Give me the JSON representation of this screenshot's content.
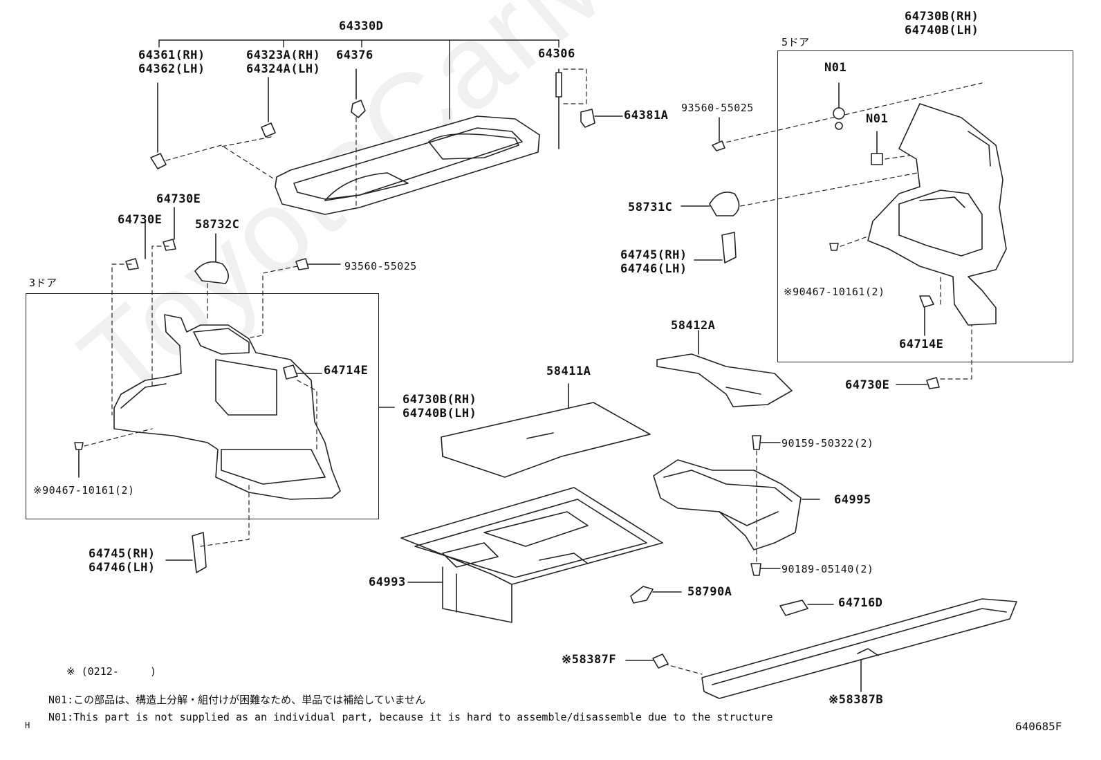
{
  "watermark": "ToyotaCarMiner",
  "diagram_code": "640685F",
  "corner_mark": "H",
  "frames": {
    "three_door": "3ドア",
    "five_door": "5ドア"
  },
  "labels": {
    "p64330D": "64330D",
    "p64361_64362": "64361(RH)\n64362(LH)",
    "p64323A_64324A": "64323A(RH)\n64324A(LH)",
    "p64376": "64376",
    "p64306": "64306",
    "p64381A": "64381A",
    "p93560_top": "93560-55025",
    "p64730B_64740B_top": "64730B(RH)\n64740B(LH)",
    "n01_a": "N01",
    "n01_b": "N01",
    "p64730E_a": "64730E",
    "p64730E_b": "64730E",
    "p58732C": "58732C",
    "p93560_mid": "93560-55025",
    "p58731C": "58731C",
    "p64745_64746_right": "64745(RH)\n64746(LH)",
    "p90467_right": "※90467-10161(2)",
    "p64714E_right": "64714E",
    "p58412A": "58412A",
    "p64714E_left": "64714E",
    "p58411A": "58411A",
    "p64730B_64740B_mid": "64730B(RH)\n64740B(LH)",
    "p64730E_c": "64730E",
    "p90159": "90159-50322(2)",
    "p90467_left": "※90467-10161(2)",
    "p64995": "64995",
    "p64745_64746_left": "64745(RH)\n64746(LH)",
    "p90189": "90189-05140(2)",
    "p64993": "64993",
    "p58790A": "58790A",
    "p64716D": "64716D",
    "p58387F": "※58387F",
    "p58387B": "※58387B"
  },
  "notes": {
    "serial": "※ (0212-     )",
    "n01_jp": "N01:この部品は、構造上分解・組付けが困難なため、単品では補給していません",
    "n01_en": "N01:This part is not supplied as an individual part, because it is hard to assemble/disassemble due to the structure"
  }
}
